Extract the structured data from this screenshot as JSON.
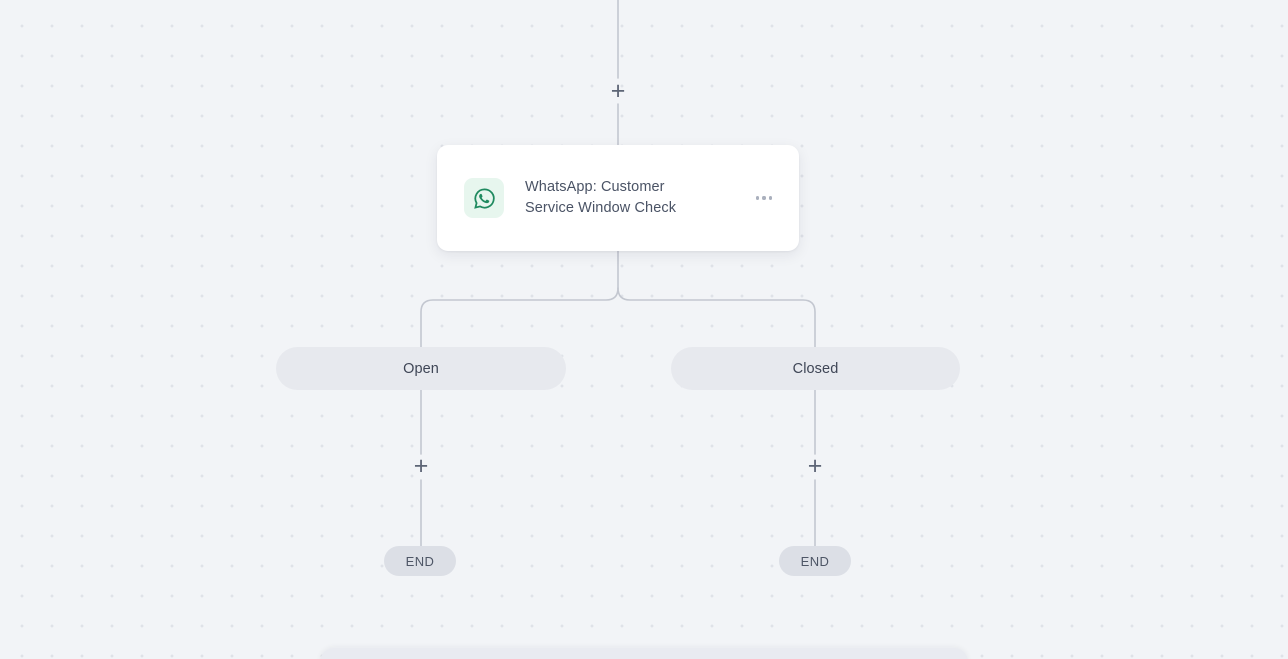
{
  "canvas": {
    "background_color": "#f2f4f7",
    "grid_dot_color": "#dfe2e8",
    "connector_color": "#c3c7d0"
  },
  "node": {
    "icon": "whatsapp-icon",
    "icon_color": "#1f8a5f",
    "icon_background": "#e7f6ee",
    "title": "WhatsApp: Customer\nService Window Check",
    "menu_label": "…"
  },
  "connectors": {
    "top_add_label": "+",
    "branch_open_add_label": "+",
    "branch_closed_add_label": "+"
  },
  "branches": [
    {
      "label": "Open",
      "end_label": "END"
    },
    {
      "label": "Closed",
      "end_label": "END"
    }
  ]
}
